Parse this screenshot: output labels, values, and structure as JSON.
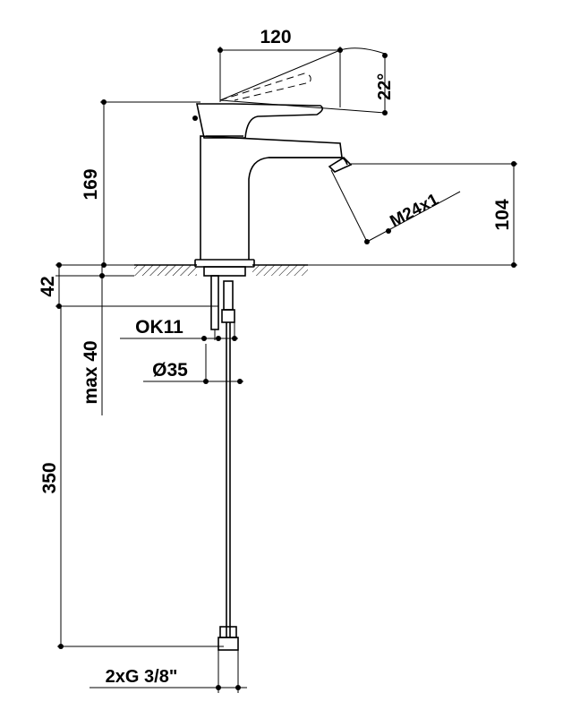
{
  "dimensions": {
    "spout_reach": "120",
    "lever_angle": "22°",
    "body_height": "169",
    "spout_height": "104",
    "aerator_thread": "M24x1",
    "deck_thickness": "42",
    "max_thickness": "max 40",
    "wrench_size": "OK11",
    "hole_diameter": "Ø35",
    "hose_length": "350",
    "hose_connection": "2xG 3/8\""
  }
}
